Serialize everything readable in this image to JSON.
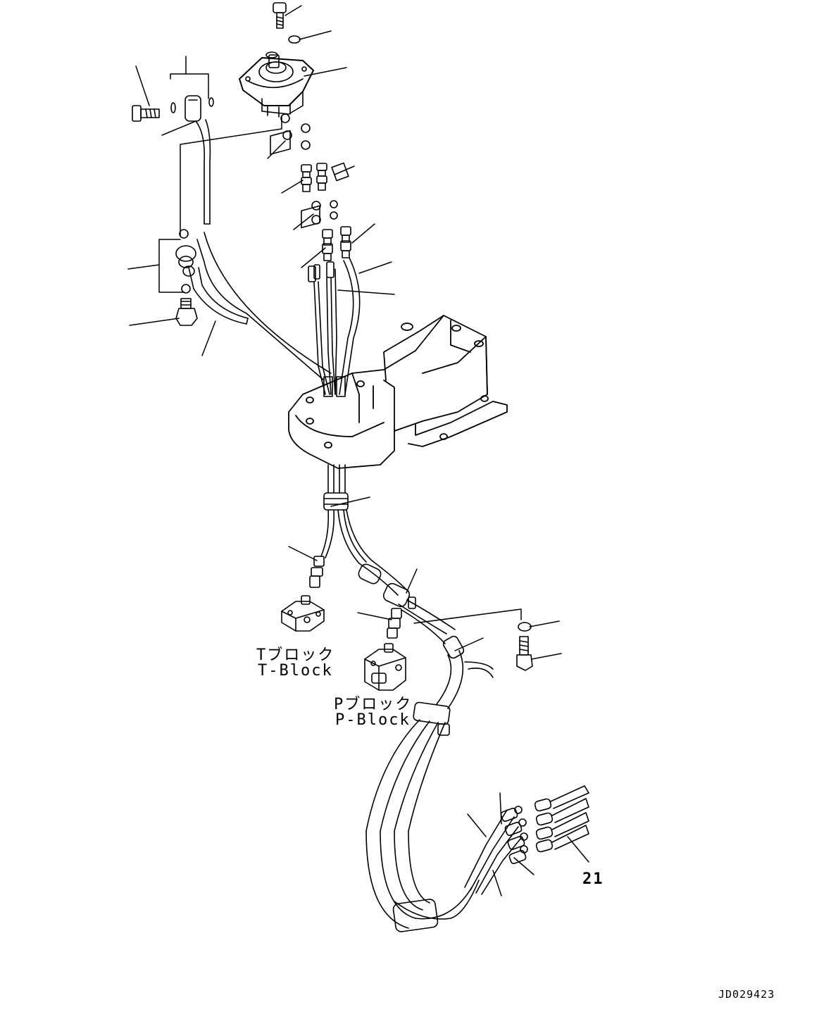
{
  "labels": {
    "t_block_jp": "Tブロック",
    "t_block_en": "T-Block",
    "p_block_jp": "Pブロック",
    "p_block_en": "P-Block",
    "ref_number": "21",
    "drawing_id": "JD029423"
  }
}
